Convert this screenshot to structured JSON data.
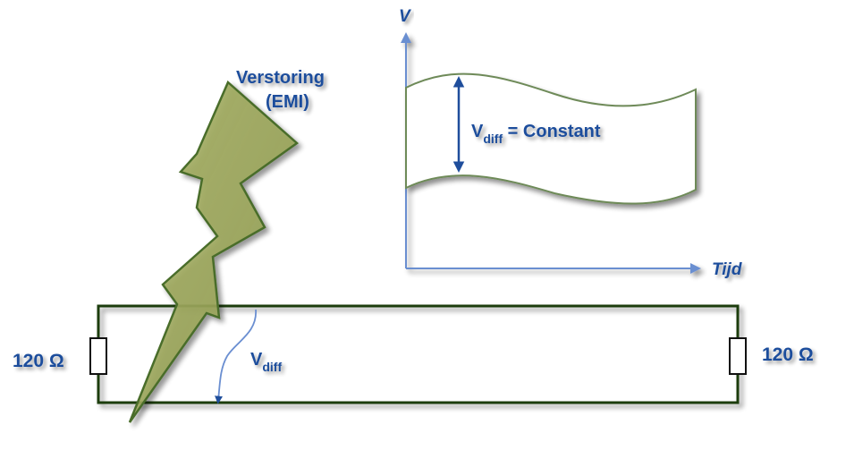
{
  "axes": {
    "y_label": "V",
    "x_label": "Tijd"
  },
  "disturbance": {
    "line1": "Verstoring",
    "line2": "(EMI)"
  },
  "graph": {
    "vdiff_main": "V",
    "vdiff_sub": "diff",
    "vdiff_rest": " = Constant"
  },
  "circuit": {
    "left_resistor": "120 Ω",
    "right_resistor": "120 Ω",
    "vdiff_main": "V",
    "vdiff_sub": "diff"
  },
  "colors": {
    "axis": "#6b8fd1",
    "label": "#1f4e9c",
    "wire": "#1e3d0a",
    "band": "#6e8a59",
    "bolt_fill": "#9aa35a",
    "bolt_stroke": "#4a6d2a",
    "arrow": "#1f4e9c"
  }
}
